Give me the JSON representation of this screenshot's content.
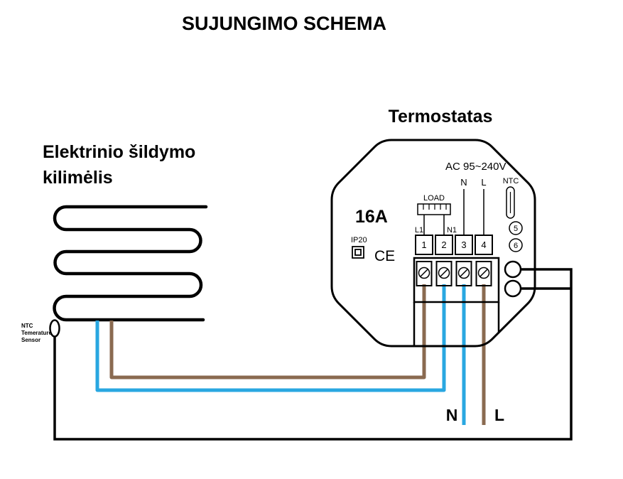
{
  "title": "SUJUNGIMO SCHEMA",
  "mat": {
    "label_line1": "Elektrinio šildymo",
    "label_line2": "kilimėlis",
    "sensor_label_line1": "NTC",
    "sensor_label_line2": "Temerature",
    "sensor_label_line3": "Sensor"
  },
  "thermostat": {
    "label": "Termostatas",
    "voltage": "AC 95~240V",
    "current_rating": "16A",
    "ip_rating": "IP20",
    "ce_mark": "CE",
    "load_label": "LOAD",
    "ntc_label": "NTC",
    "l1_label": "L1",
    "n1_label": "N1",
    "n_label": "N",
    "l_label": "L",
    "terminals": [
      "1",
      "2",
      "3",
      "4"
    ],
    "sensor_terminals": [
      "5",
      "6"
    ]
  },
  "wires": {
    "neutral_label": "N",
    "live_label": "L"
  },
  "colors": {
    "brown": "#8a6a50",
    "blue": "#29a7e1",
    "black": "#000000"
  }
}
